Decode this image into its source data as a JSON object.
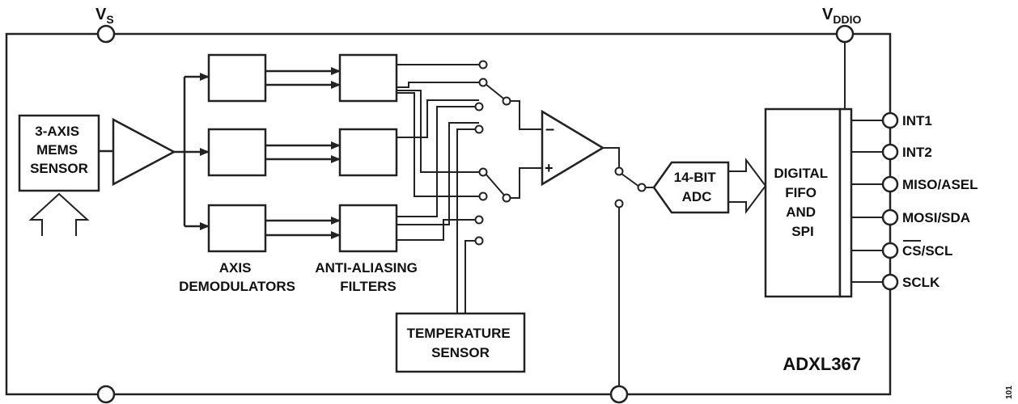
{
  "supply": {
    "vs": "V",
    "vs_sub": "S",
    "vddio": "V",
    "vddio_sub": "DDIO"
  },
  "blocks": {
    "mems": [
      "3-AXIS",
      "MEMS",
      "SENSOR"
    ],
    "adc": [
      "14-BIT",
      "ADC"
    ],
    "fifo": [
      "DIGITAL",
      "FIFO",
      "AND",
      "SPI"
    ],
    "temp": [
      "TEMPERATURE",
      "SENSOR"
    ]
  },
  "captions": {
    "demod": [
      "AXIS",
      "DEMODULATORS"
    ],
    "filters": [
      "ANTI-ALIASING",
      "FILTERS"
    ]
  },
  "amp": {
    "minus": "–",
    "plus": "+"
  },
  "pins": [
    "INT1",
    "INT2",
    "MISO/ASEL",
    "MOSI/SDA",
    "CS/SCL",
    "SCLK"
  ],
  "part_number": "ADXL367",
  "figure_id": "101"
}
